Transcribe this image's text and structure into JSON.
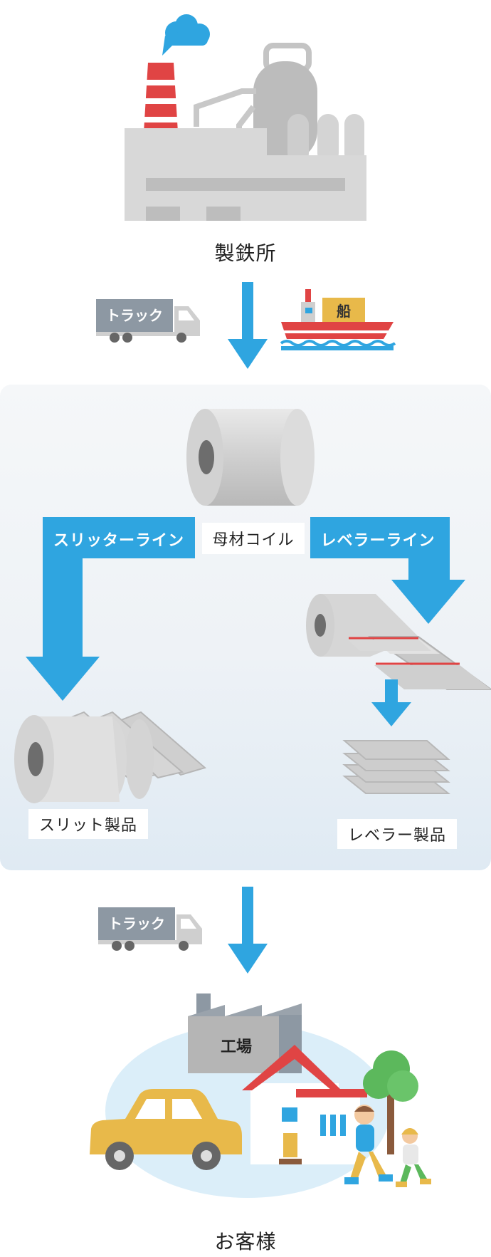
{
  "steel_mill": {
    "label": "製鉄所"
  },
  "transport_top": {
    "truck_label": "トラック",
    "ship_label": "船"
  },
  "processing": {
    "mother_coil_label": "母材コイル",
    "slitter_line_label": "スリッターライン",
    "leveler_line_label": "レベラーライン",
    "slit_product_label": "スリット製品",
    "leveler_product_label": "レベラー製品"
  },
  "transport_bottom": {
    "truck_label": "トラック"
  },
  "factory": {
    "label": "工場"
  },
  "customer": {
    "label": "お客様"
  },
  "colors": {
    "accent_blue": "#2fa5e0",
    "chimney_red": "#e04444",
    "gray": "#cfcfcf",
    "truck_gray": "#8d98a3"
  }
}
